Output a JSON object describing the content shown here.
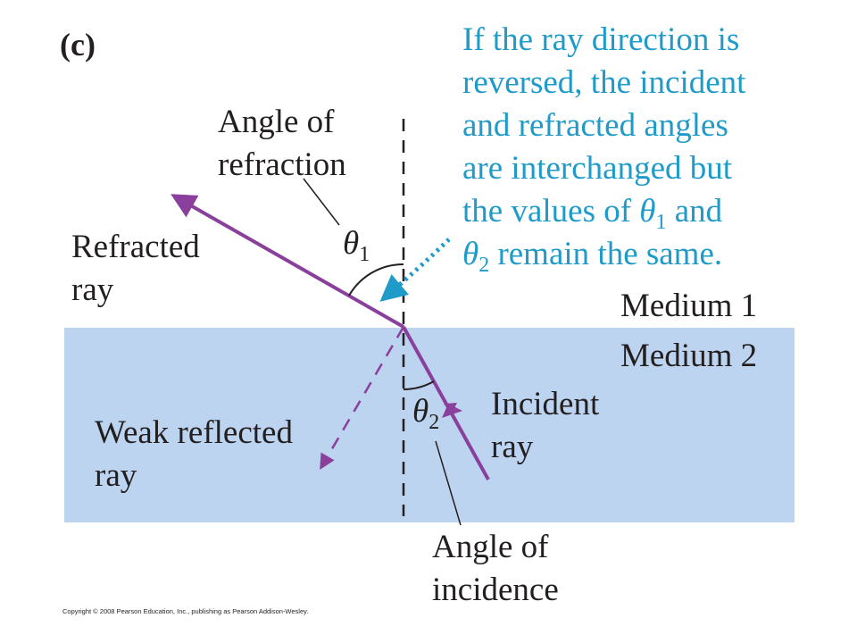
{
  "panel_label": "(c)",
  "note": {
    "lines": [
      "If the ray direction is",
      "reversed, the incident",
      "and refracted angles",
      "are interchanged but",
      "the values of ",
      "θ",
      "1",
      " and",
      "θ",
      "2",
      " remain the same."
    ]
  },
  "labels": {
    "angle_of_refraction_1": "Angle of",
    "angle_of_refraction_2": "refraction",
    "refracted_ray_1": "Refracted",
    "refracted_ray_2": "ray",
    "medium_1": "Medium 1",
    "medium_2": "Medium 2",
    "incident_ray_1": "Incident",
    "incident_ray_2": "ray",
    "weak_reflected_1": "Weak reflected",
    "weak_reflected_2": "ray",
    "angle_of_incidence_1": "Angle of",
    "angle_of_incidence_2": "incidence",
    "theta_1_symbol": "θ",
    "theta_1_sub": "1",
    "theta_2_symbol": "θ",
    "theta_2_sub": "2"
  },
  "copyright": "Copyright © 2008 Pearson Education, Inc., publishing as Pearson Addison-Wesley.",
  "colors": {
    "medium_2_fill": "#bcd4ef",
    "ray": "#8a3f9c",
    "note_text": "#1e9bc9",
    "dark": "#231f20"
  }
}
